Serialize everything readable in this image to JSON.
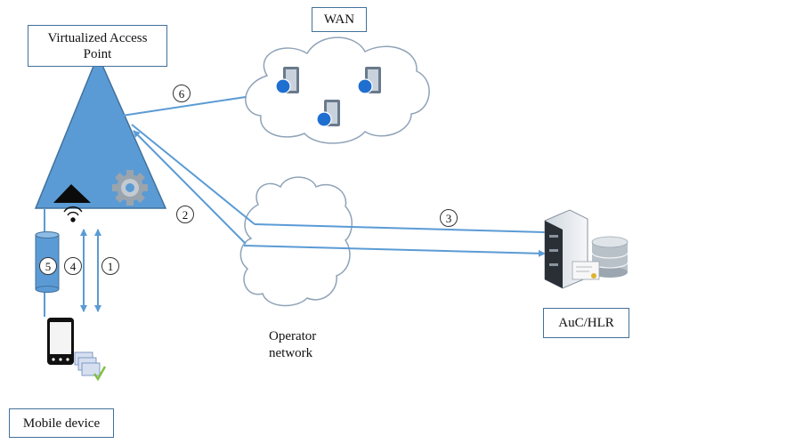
{
  "labels": {
    "wan": "WAN",
    "vap": "Virtualized Access\nPoint",
    "operator": "Operator\nnetwork",
    "auc": "AuC/HLR",
    "mobile": "Mobile device"
  },
  "steps": [
    "1",
    "2",
    "3",
    "4",
    "5",
    "6"
  ],
  "colors": {
    "triangle": "#5b9bd5",
    "border": "#41719c",
    "arrow": "#5b9bd5",
    "cloud_stroke": "#8fa3b8"
  }
}
